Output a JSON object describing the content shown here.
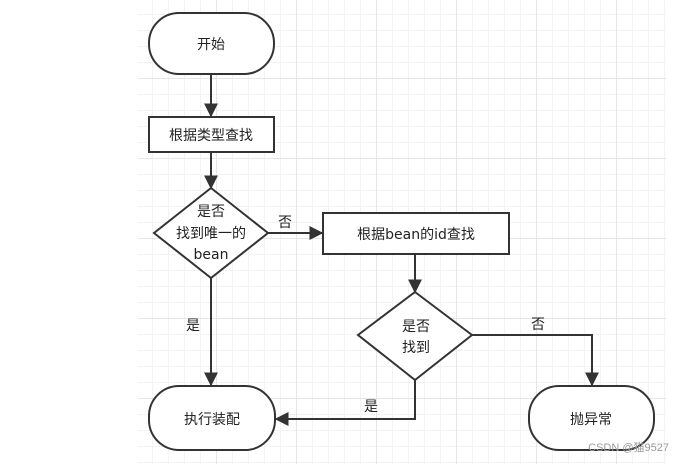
{
  "nodes": {
    "start": "开始",
    "find_by_type": "根据类型查找",
    "unique_q": [
      "是否",
      "找到唯一的",
      "bean"
    ],
    "find_by_id": "根据bean的id查找",
    "found_q": [
      "是否",
      "找到"
    ],
    "assemble": "执行装配",
    "throw": "抛异常"
  },
  "edges": {
    "unique_no": "否",
    "unique_yes": "是",
    "found_no": "否",
    "found_yes": "是"
  },
  "watermark": "CSDN @猫9527"
}
